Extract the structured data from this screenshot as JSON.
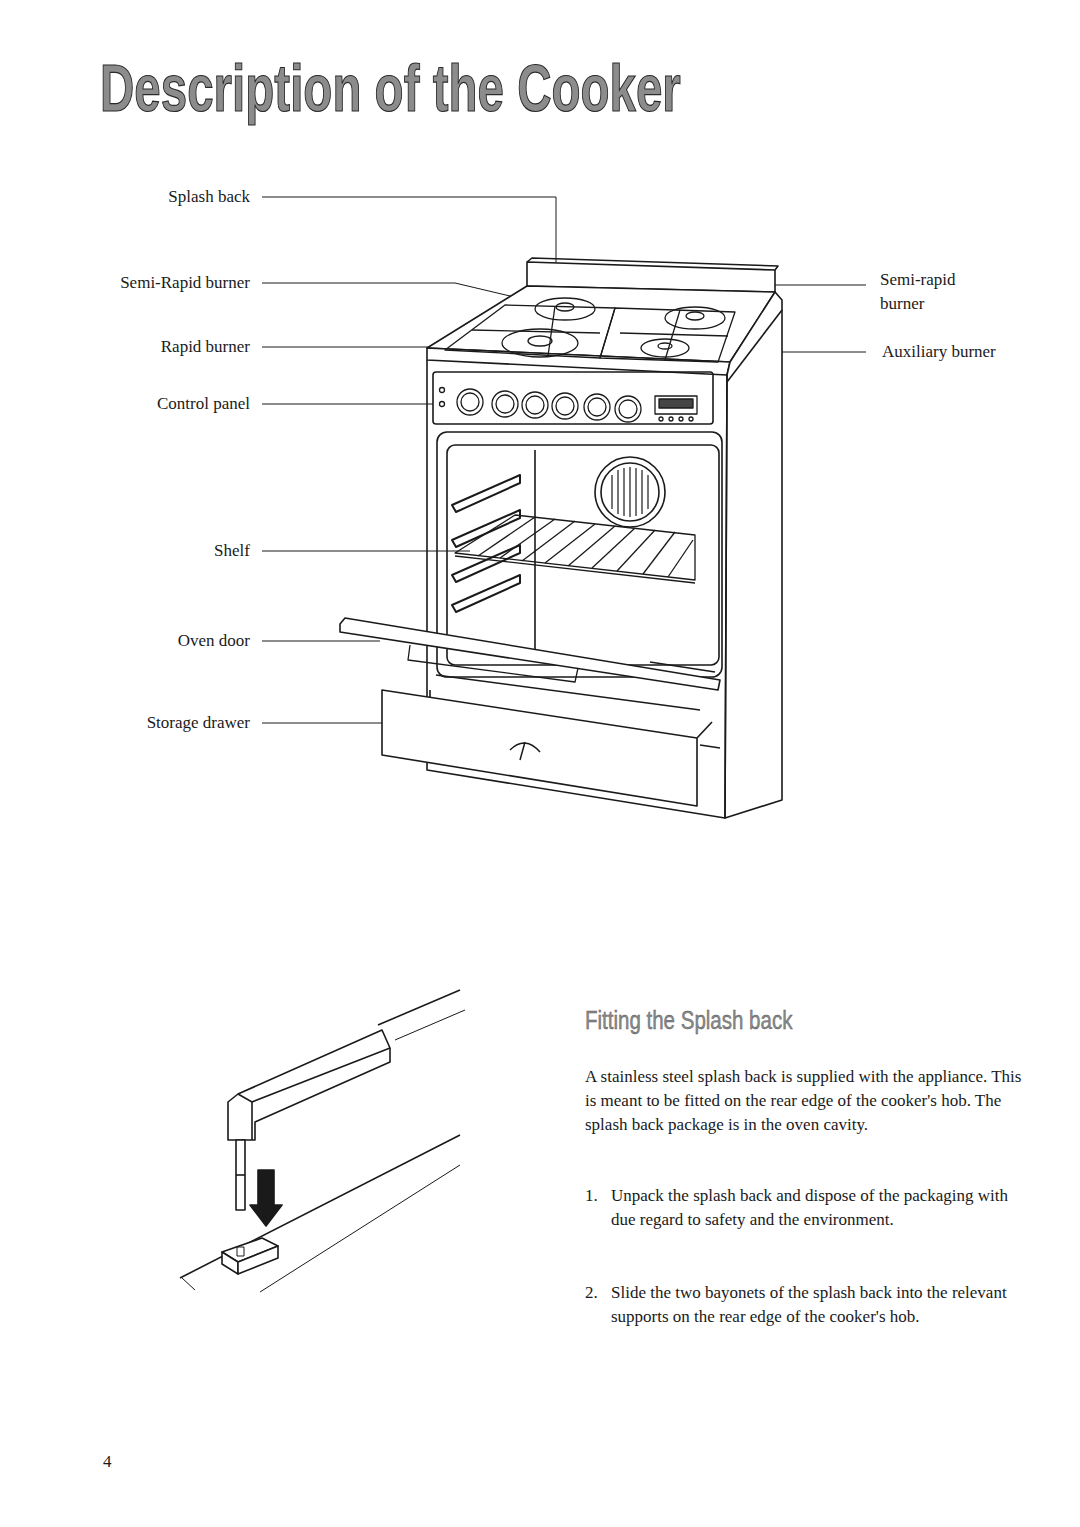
{
  "diagram": {
    "title": "Description of the Cooker",
    "labels": [
      "Splash back",
      "Semi-Rapid burner",
      "Rapid burner",
      "Control panel",
      "Shelf",
      "Oven door",
      "Storage drawer",
      "Semi-rapid burner",
      "Auxiliary burner",
      "Fitting the Splash back",
      "A stainless steel splash back is supplied with the appliance. This is meant to be fitted on the rear edge of the cooker's hob. The splash back package is in the oven cavity.",
      "1.",
      "Unpack the splash back and dispose of the packaging with due regard to safety and the environment.",
      "2.",
      "Slide the two bayonets of the splash back into the relevant supports on the rear edge of the cooker's hob.",
      "4"
    ]
  }
}
